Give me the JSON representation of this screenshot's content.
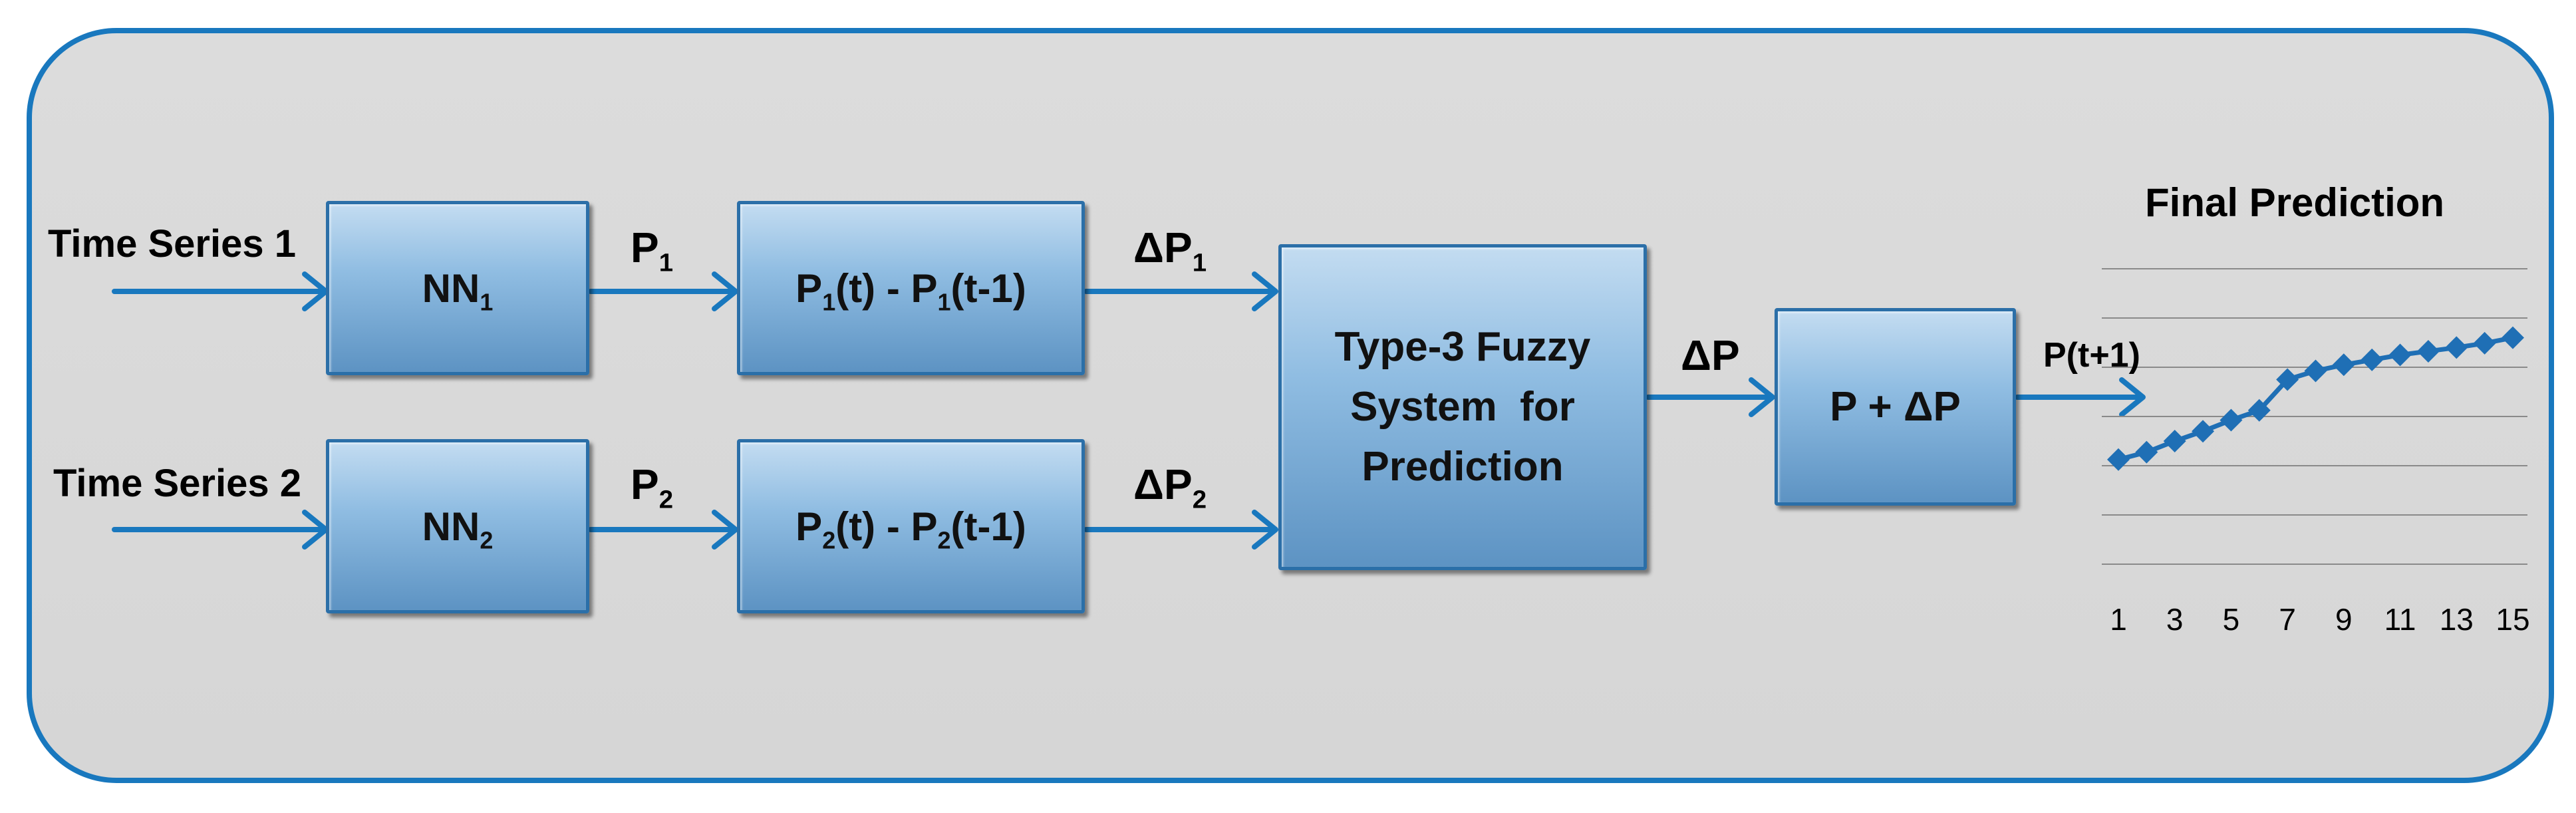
{
  "inputs": {
    "series1": "Time Series 1",
    "series2": "Time Series 2"
  },
  "blocks": {
    "nn1": {
      "base": "NN",
      "sub": "1"
    },
    "nn2": {
      "base": "NN",
      "sub": "2"
    },
    "diff1": {
      "a": "P",
      "a_sub": "1",
      "a_rest": "(t) - P",
      "b_sub": "1",
      "b_rest": "(t-1)"
    },
    "diff2": {
      "a": "P",
      "a_sub": "2",
      "a_rest": "(t) - P",
      "b_sub": "2",
      "b_rest": "(t-1)"
    },
    "fuzzy": {
      "line1": "Type-3 Fuzzy",
      "line2": "System  for",
      "line3": "Prediction"
    },
    "sum": "P + ΔP"
  },
  "signals": {
    "p1": {
      "base": "P",
      "sub": "1"
    },
    "p2": {
      "base": "P",
      "sub": "2"
    },
    "dp1": {
      "base": "ΔP",
      "sub": "1"
    },
    "dp2": {
      "base": "ΔP",
      "sub": "2"
    },
    "dp": "ΔP",
    "pt1": "P(t+1)"
  },
  "colors": {
    "frame": "#1978BE",
    "arrow": "#1978BE",
    "series": "#1f6fb5",
    "box_border": "#2b6fa8"
  },
  "chart_data": {
    "type": "line",
    "title": "Final Prediction",
    "x": [
      1,
      2,
      3,
      4,
      5,
      6,
      7,
      8,
      9,
      10,
      11,
      12,
      13,
      14,
      15
    ],
    "y": [
      0.5,
      1.1,
      2.0,
      2.8,
      3.7,
      4.5,
      7.0,
      7.7,
      8.2,
      8.6,
      9.0,
      9.3,
      9.6,
      9.95,
      10.4
    ],
    "ylim": [
      -8,
      16
    ],
    "xtick_labels": [
      "1",
      "3",
      "5",
      "7",
      "9",
      "11",
      "13",
      "15"
    ],
    "xtick_values": [
      1,
      3,
      5,
      7,
      9,
      11,
      13,
      15
    ],
    "grid": true,
    "marker": "diamond"
  }
}
